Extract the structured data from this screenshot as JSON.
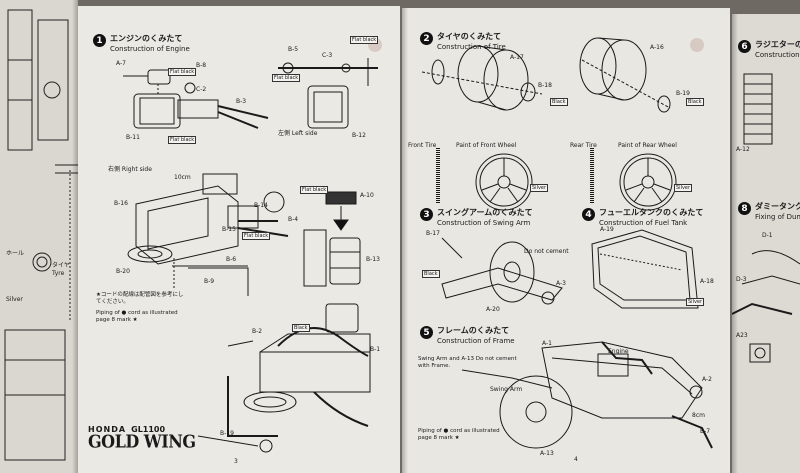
{
  "sheet_main": {
    "step1": {
      "num": "1",
      "jp": "エンジンのくみたて",
      "en": "Construction of Engine"
    },
    "parts": [
      "A-7",
      "B-8",
      "C-2",
      "B-3",
      "B-11",
      "B-5",
      "C-3",
      "B-12",
      "B-16",
      "B-14",
      "B-15",
      "B-20",
      "B-6",
      "A-10",
      "B-4",
      "B-13",
      "B-9",
      "B-2",
      "B-1",
      "B-19"
    ],
    "labels": {
      "right_side": "右側 Right side",
      "left_side": "左側 Left side",
      "cord": "10cm"
    },
    "tags": {
      "flat_black": "Flat black",
      "black": "Black"
    },
    "note": "Piping of ● cord as illustrated page 8 mark ★",
    "note_jp": "★コードの配線は配管図を参考にしてください。",
    "logo": {
      "brand": "HONDA",
      "model": "GL1100",
      "name": "GOLD WING"
    },
    "page": "3"
  },
  "sheet_right": {
    "step2": {
      "num": "2",
      "jp": "タイヤのくみたて",
      "en": "Construction of Tire"
    },
    "step3": {
      "num": "3",
      "jp": "スイングアームのくみたて",
      "en": "Construction of Swing Arm"
    },
    "step4": {
      "num": "4",
      "jp": "フューエルタンクのくみたて",
      "en": "Construction of Fuel Tank"
    },
    "step5": {
      "num": "5",
      "jp": "フレームのくみたて",
      "en": "Construction of Frame"
    },
    "parts": [
      "A-17",
      "B-18",
      "A-16",
      "B-19",
      "B-17",
      "A-3",
      "A-20",
      "A-19",
      "A-18",
      "A-1",
      "A-2",
      "A-13",
      "B-7"
    ],
    "wheel_labels": {
      "front": "Paint of Front Wheel",
      "rear": "Paint of Rear Wheel",
      "front_tire": "Front Tire",
      "rear_tire": "Rear Tire"
    },
    "tags": {
      "silver": "Silver",
      "black": "Black",
      "engine": "Engine",
      "swing_arm": "Swing Arm",
      "rear_tire_note": "Do not cement",
      "frame_note": "Swing Arm and A-13 Do not cement with Frame."
    },
    "note": "Piping of ● cord as illustrated page 8 mark ★",
    "page": "4",
    "cord": "8cm"
  },
  "sheet_far": {
    "step6": {
      "num": "6",
      "jp": "ラジエターのくみ",
      "en": "Construction of"
    },
    "step8": {
      "num": "8",
      "jp": "ダミータンクのと",
      "en": "Fixing of Dummy T"
    },
    "parts": [
      "A-12",
      "D-1",
      "D-3",
      "A23"
    ]
  },
  "sheet_left": {
    "labels": [
      "タイヤ",
      "Tyre",
      "ホール",
      "Silver"
    ]
  }
}
